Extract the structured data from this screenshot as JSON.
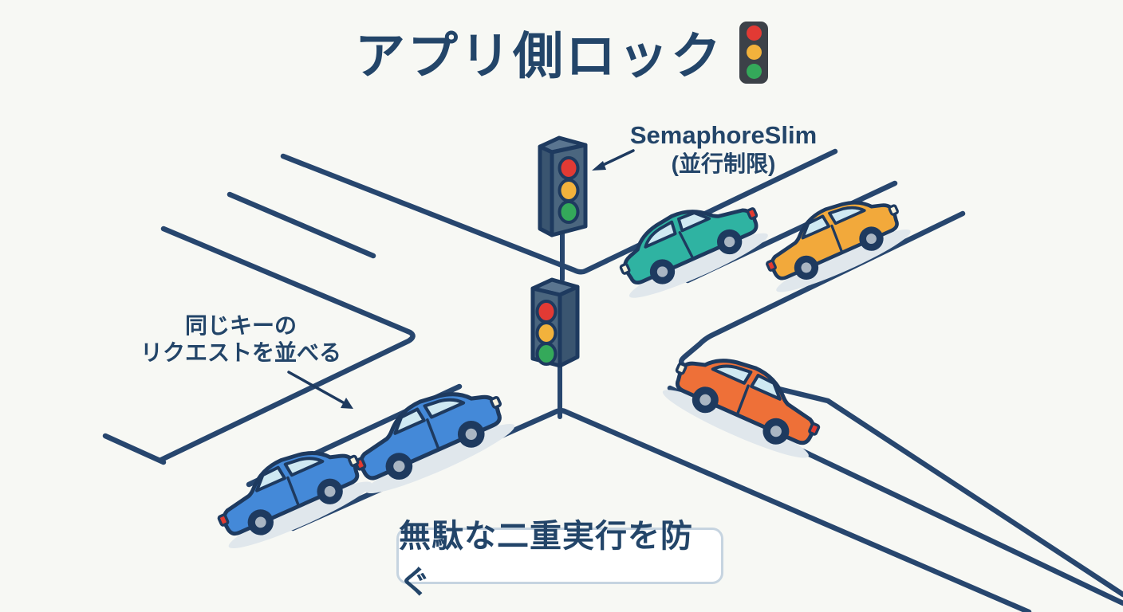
{
  "title": {
    "text": "アプリ側ロック"
  },
  "labels": {
    "semaphore": {
      "line1": "SemaphoreSlim",
      "line2": "(並行制限)"
    },
    "queue": {
      "line1": "同じキーの",
      "line2": "リクエストを並べる"
    }
  },
  "caption": {
    "text": "無駄な二重実行を防ぐ"
  },
  "icons": {
    "title_icon": "traffic-light-icon",
    "scene_icons": [
      "traffic-light",
      "car"
    ]
  },
  "scene": {
    "traffic_lights": [
      {
        "name": "upper-traffic-light",
        "lights": [
          "red",
          "yellow",
          "green"
        ]
      },
      {
        "name": "lower-traffic-light",
        "lights": [
          "red",
          "yellow",
          "green"
        ]
      }
    ],
    "cars": [
      {
        "name": "teal-car",
        "color_key": "teal",
        "heading": "southwest-toward-intersection"
      },
      {
        "name": "amber-car",
        "color_key": "amber",
        "heading": "northeast-away-from-intersection"
      },
      {
        "name": "orange-car",
        "color_key": "orange",
        "heading": "northwest-toward-intersection"
      },
      {
        "name": "blue-car-front",
        "color_key": "blue",
        "heading": "northeast-toward-intersection"
      },
      {
        "name": "blue-car-rear",
        "color_key": "blue",
        "heading": "northeast-toward-intersection"
      }
    ]
  },
  "colors": {
    "bg": "#f7f8f4",
    "ink": "#1e3a5f",
    "road": "#27466e",
    "text": "#234569",
    "teal": "#2fb3a2",
    "amber": "#f2a93b",
    "orange": "#ee7038",
    "blue": "#4489d8",
    "window": "#cfe9f2",
    "hub": "#aab6c3",
    "tail": "#e23b30",
    "headlight": "#faf3dc",
    "shadow": "#e0e7ec",
    "tl_front": "#4b667f",
    "tl_side": "#3a5570",
    "tl_top": "#5a7590",
    "light_red": "#e23a34",
    "light_yellow": "#f2b23c",
    "light_green": "#34a95a",
    "box_border": "#c6d4e0",
    "box_bg": "#ffffff",
    "emoji_body": "#3c4148"
  }
}
